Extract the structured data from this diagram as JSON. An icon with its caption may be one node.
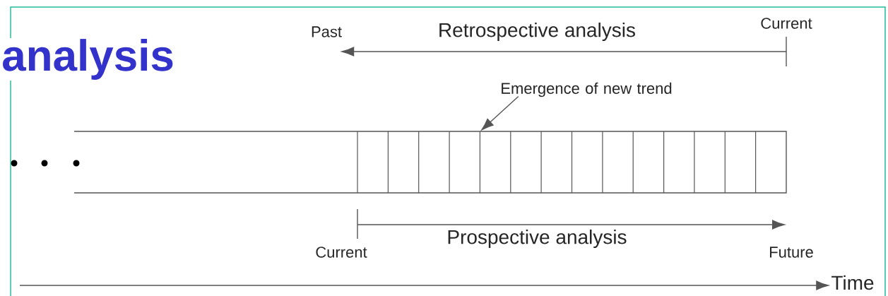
{
  "diagram": {
    "title": "analysis",
    "nodes": [
      {
        "text": [
          "Past"
        ]
      },
      {
        "text": [
          "Current"
        ]
      },
      {
        "text": [
          "Emergence of new trend"
        ]
      },
      {
        "text": [],
        "shape": "bar"
      },
      {
        "text": [
          "Current"
        ]
      },
      {
        "text": [
          "Future"
        ]
      },
      {
        "text": [
          "Time"
        ]
      }
    ],
    "edges": [
      {
        "from": 1,
        "to": 0,
        "arrow": "to",
        "label": "Retrospective analysis"
      },
      {
        "from": 2,
        "to": 3,
        "arrow": "to"
      },
      {
        "from": 4,
        "to": 5,
        "arrow": "to",
        "label": "Prospective analysis"
      },
      {
        "from": null,
        "to": 6,
        "arrow": "to"
      }
    ]
  }
}
